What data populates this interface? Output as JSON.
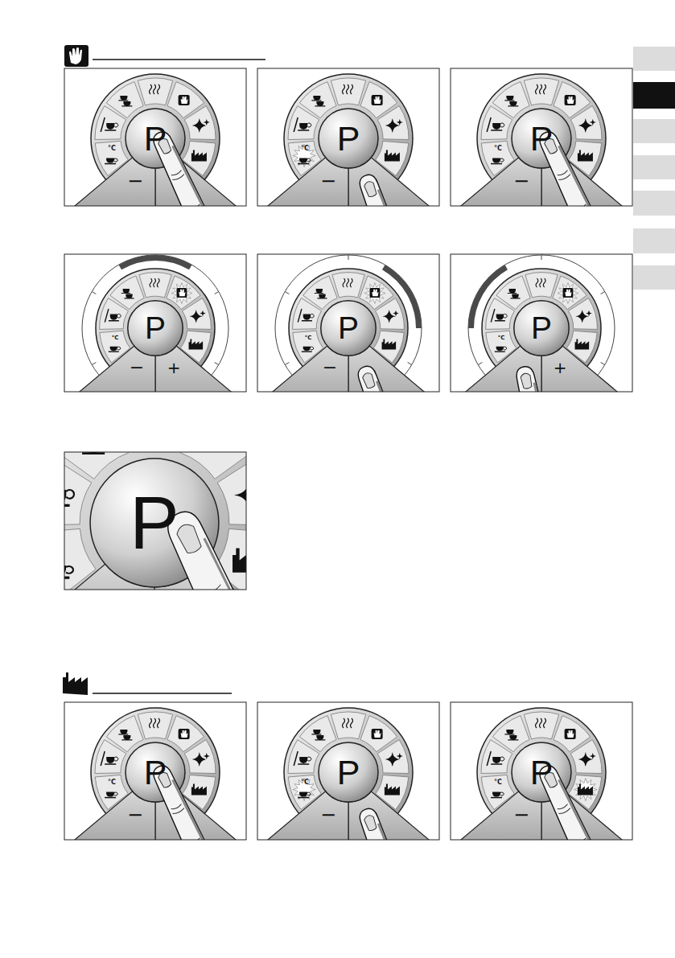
{
  "diagram": {
    "nodes": [
      {
        "text": [
          "P"
        ]
      },
      {
        "text": [
          "P"
        ]
      },
      {
        "text": [
          "P"
        ]
      },
      {
        "text": [
          "P"
        ]
      },
      {
        "text": [
          "P"
        ]
      },
      {
        "text": [
          "P"
        ]
      },
      {
        "text": [
          "P"
        ]
      },
      {
        "text": [
          "P"
        ]
      },
      {
        "text": [
          "P"
        ]
      },
      {
        "text": [
          "P"
        ]
      }
    ],
    "labels": [
      "°C",
      "−",
      "°C",
      "−",
      "°C",
      "−",
      "°C",
      "−",
      "+",
      "°C",
      "−",
      "°C",
      "+",
      "°C",
      "−",
      "°C",
      "−",
      "°C",
      "−"
    ]
  }
}
